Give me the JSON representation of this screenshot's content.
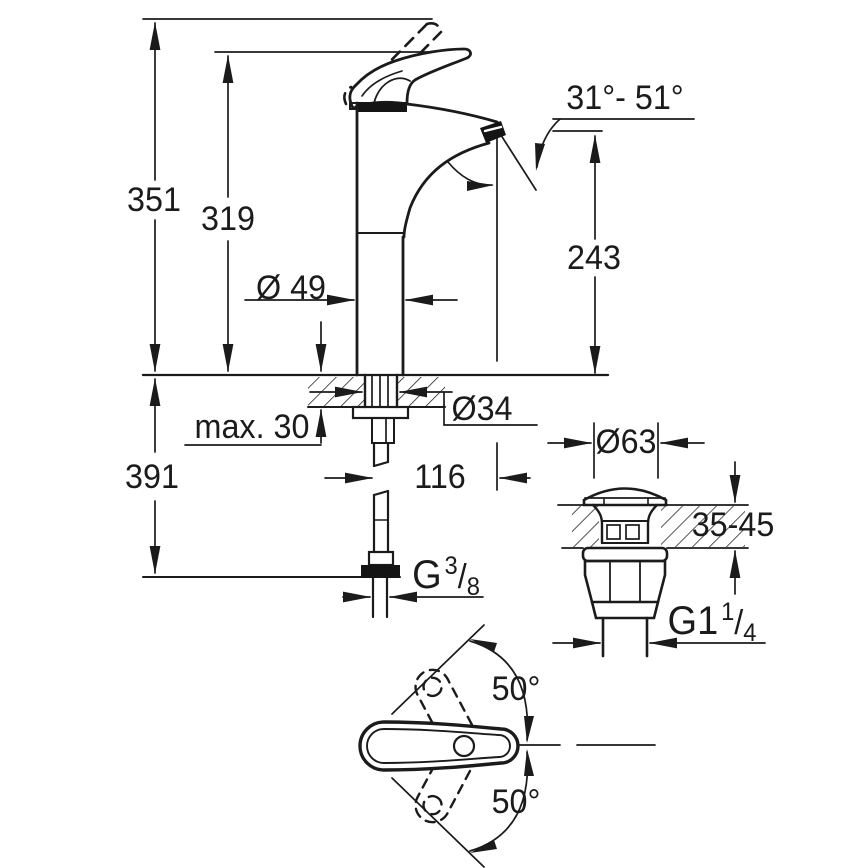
{
  "drawing": {
    "type": "technical-dimension-drawing",
    "subject": "single-lever basin mixer faucet with pop-up waste",
    "style": {
      "line_color": "#1b1b1b",
      "background": "#ffffff"
    }
  },
  "labels": {
    "total_height": "351",
    "body_height": "319",
    "spout_angle_range": "31°- 51°",
    "outlet_height": "243",
    "body_diameter": "Ø 49",
    "shank_diameter": "Ø34",
    "max_deck_thickness": "max. 30",
    "hose_length": "391",
    "spout_projection": "116",
    "hose_thread": {
      "base": "G",
      "sup": "3",
      "slash": "/",
      "sub": "8"
    },
    "waste_cap_diameter": "Ø63",
    "counter_thickness_range": "35-45",
    "waste_thread": {
      "base": "G1",
      "sup": "1",
      "slash": "/",
      "sub": "4"
    },
    "handle_swivel_up": "50°",
    "handle_swivel_down": "50°"
  }
}
